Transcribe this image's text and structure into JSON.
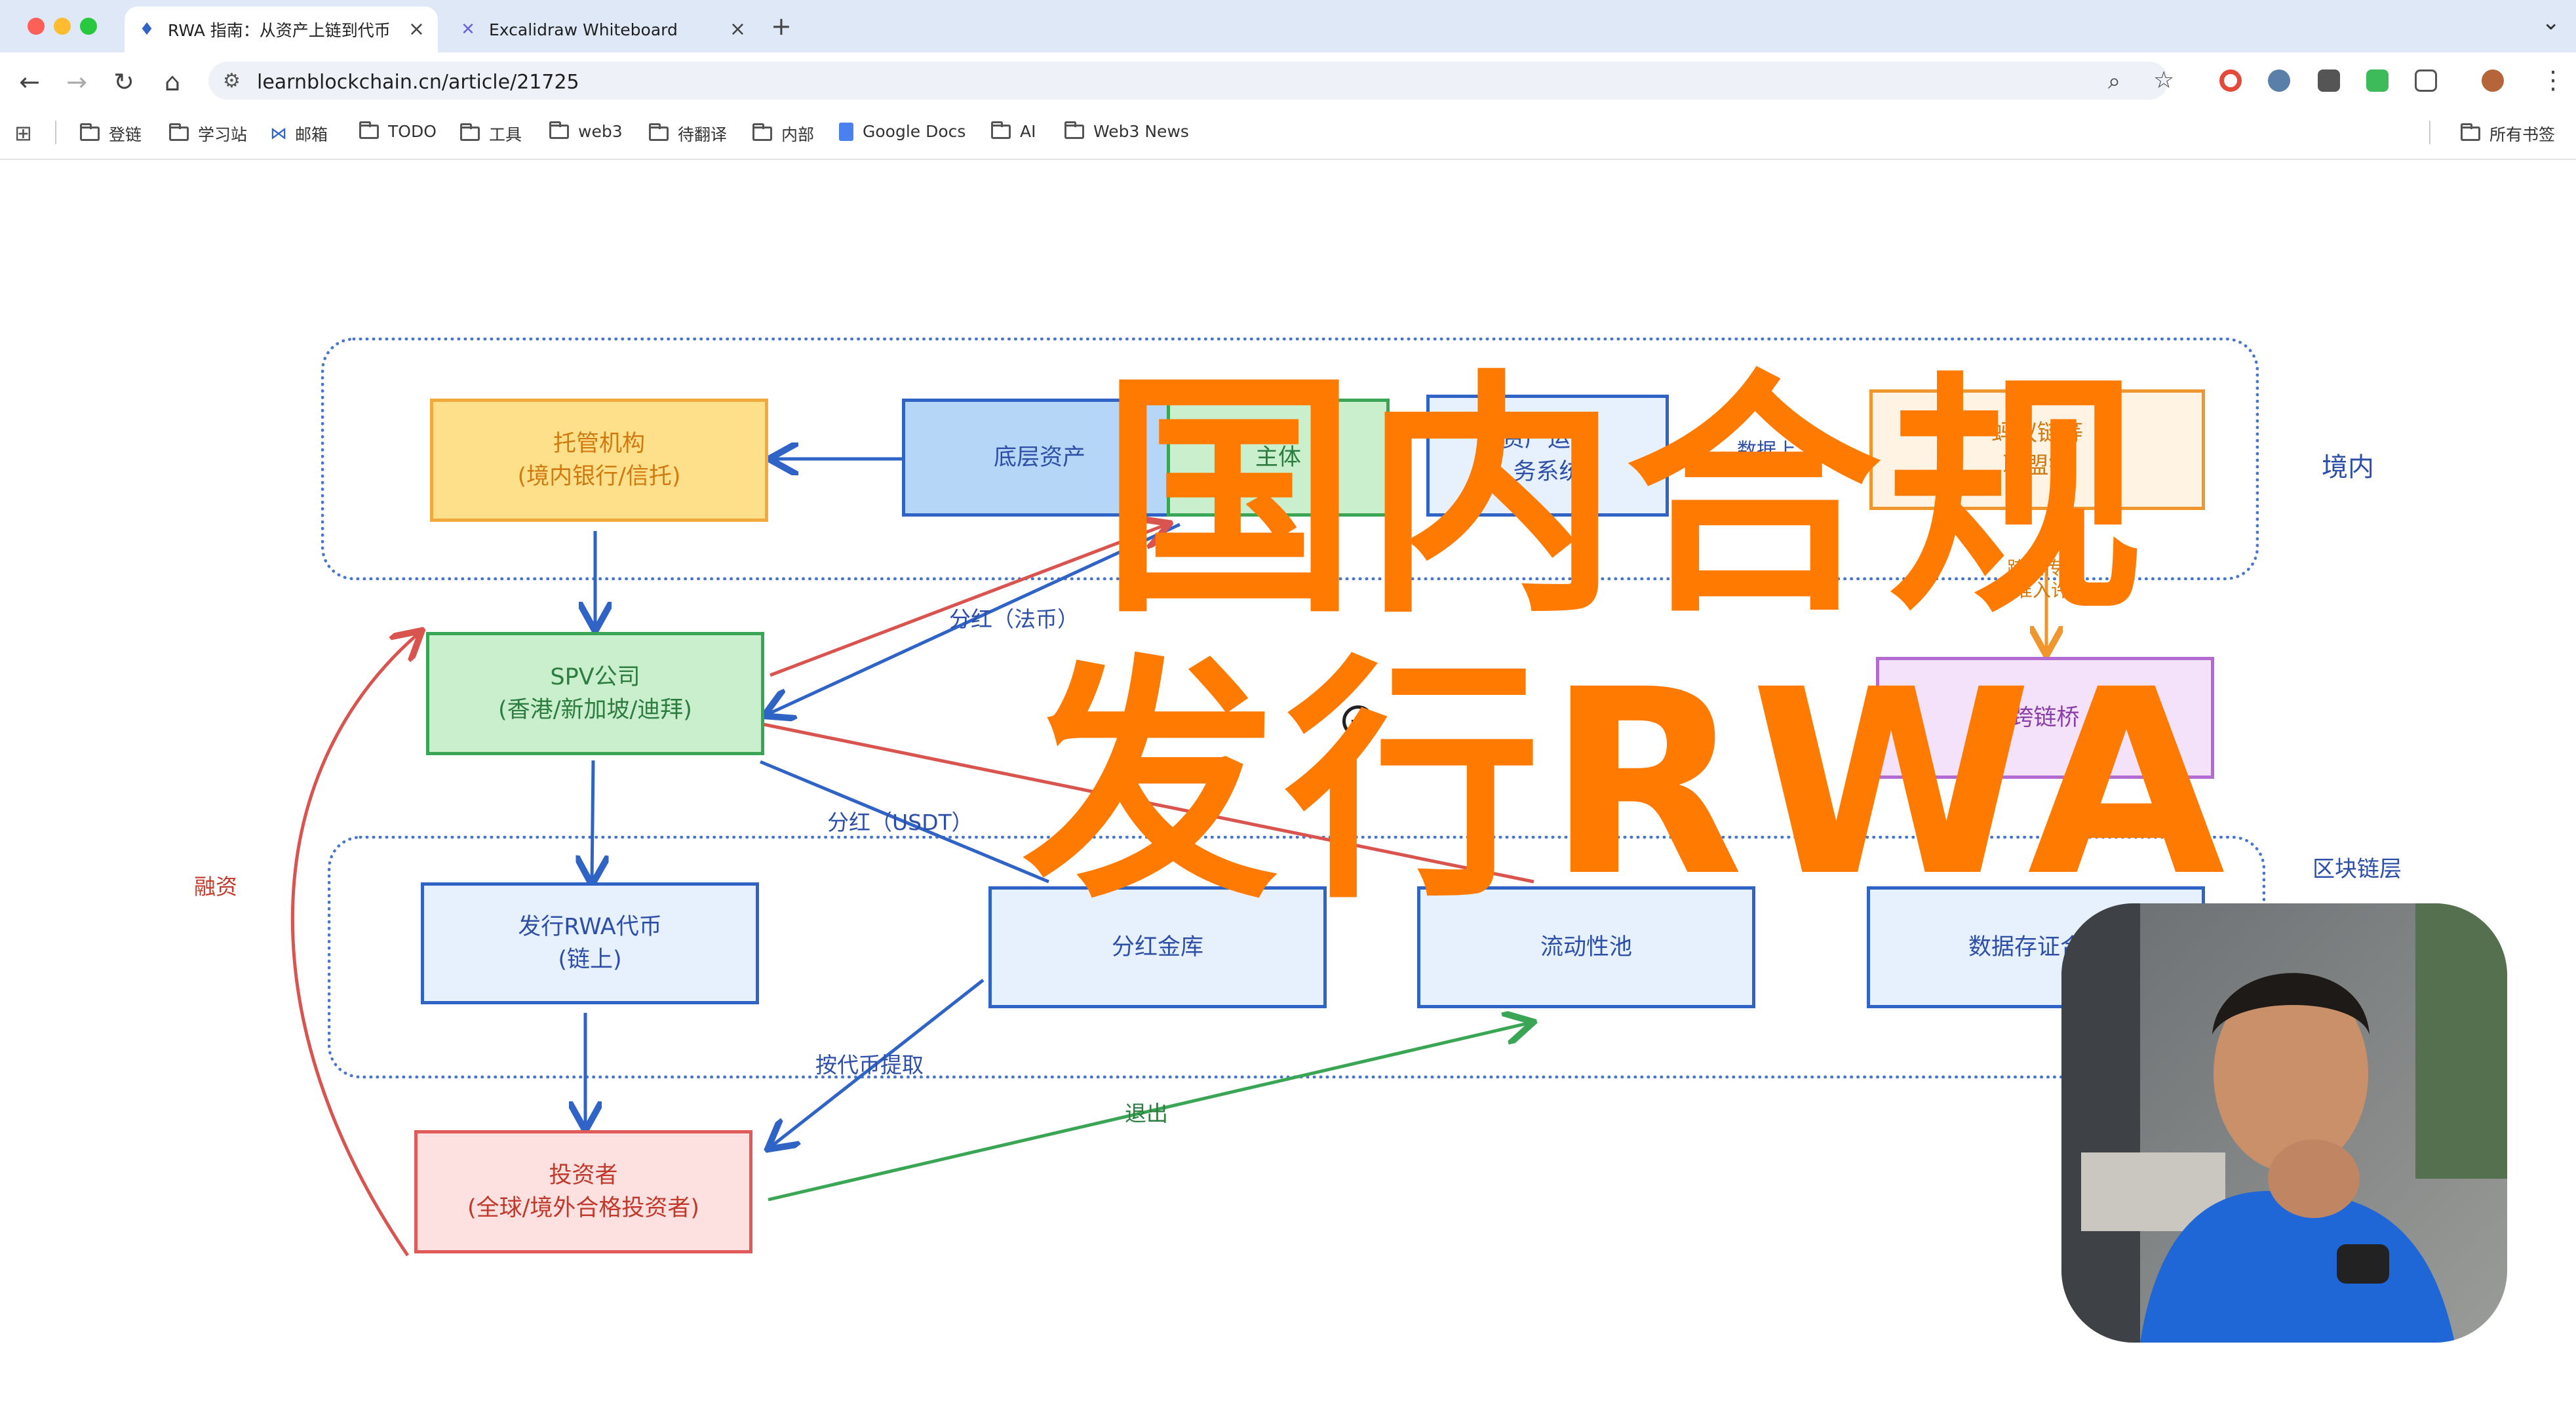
{
  "browser": {
    "tabs": [
      {
        "label": "RWA 指南：从资产上链到代币",
        "icon": "blockchain-tab-icon",
        "active": true
      },
      {
        "label": "Excalidraw Whiteboard",
        "icon": "excalidraw-tab-icon",
        "active": false
      }
    ],
    "new_tab": "+",
    "url": "learnblockchain.cn/article/21725",
    "bookmarks": [
      "登链",
      "学习站",
      "邮箱",
      "TODO",
      "工具",
      "web3",
      "待翻译",
      "内部",
      "Google Docs",
      "AI",
      "Web3 News"
    ],
    "all_bookmarks": "所有书签"
  },
  "diagram": {
    "regions": {
      "domestic": "境内",
      "chain": "区块链层"
    },
    "boxes": {
      "custody": [
        "托管机构",
        "(境内银行/信托)"
      ],
      "underlying": "底层资产",
      "entity": "主体",
      "asset_ops": [
        "资产运营",
        "务系统"
      ],
      "alliance": [
        "蚂蚁链等",
        "联盟链"
      ],
      "spv": [
        "SPV公司",
        "(香港/新加坡/迪拜)"
      ],
      "crossbridge": "跨链桥",
      "issue": [
        "发行RWA代币",
        "(链上)"
      ],
      "vault": "分红金库",
      "pool": "流动性池",
      "datacert": "数据存证合",
      "investor": [
        "投资者",
        "(全球/境外合格投资者)"
      ]
    },
    "edges": {
      "dividend_fiat": "分红（法币）",
      "dividend_usdt": "分红（USDT）",
      "financing": "融资",
      "withdraw": "按代币提取",
      "exit": "退出",
      "crosschain": [
        "跨链传输",
        "(准入许可)"
      ],
      "data_upload": "数据上"
    }
  },
  "overlay": {
    "line1": "国内合规",
    "line2": "发行RWA"
  },
  "colors": {
    "orange_title": "#ff7a00",
    "custody_fill": "#ffe08a",
    "custody_border": "#f2a93b",
    "blue_fill": "#b5d6f7",
    "blue_border": "#2f64c6",
    "green_fill": "#c9efcc",
    "green_border": "#3aa655",
    "light_fill": "#e6f1fd",
    "red_fill": "#fde0e0",
    "red_border": "#e05a5a",
    "purple_fill": "#f4e2fb",
    "purple_border": "#b36ad1"
  }
}
